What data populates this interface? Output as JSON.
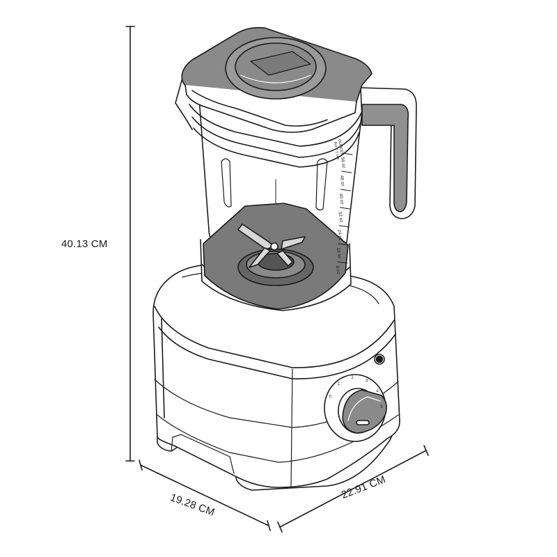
{
  "dimensions": {
    "height": "40.13 CM",
    "width": "19.28 CM",
    "depth": "22.91 CM"
  },
  "pitcher": {
    "volume_label_top": "OUNCES",
    "volume_label_bottom": "8oz = 1 cup",
    "markings": [
      "56 oz",
      "48 oz",
      "40 oz",
      "32 oz",
      "24 oz",
      "16 oz",
      "8 oz"
    ]
  },
  "dial": {
    "ticks": [
      "0",
      "1",
      "2",
      "3",
      "4",
      "5"
    ]
  },
  "colors": {
    "outline": "#1a1a1a",
    "lid_gray": "#8a8a8a",
    "blade_gray": "#777777",
    "handle_gray": "#909090"
  }
}
